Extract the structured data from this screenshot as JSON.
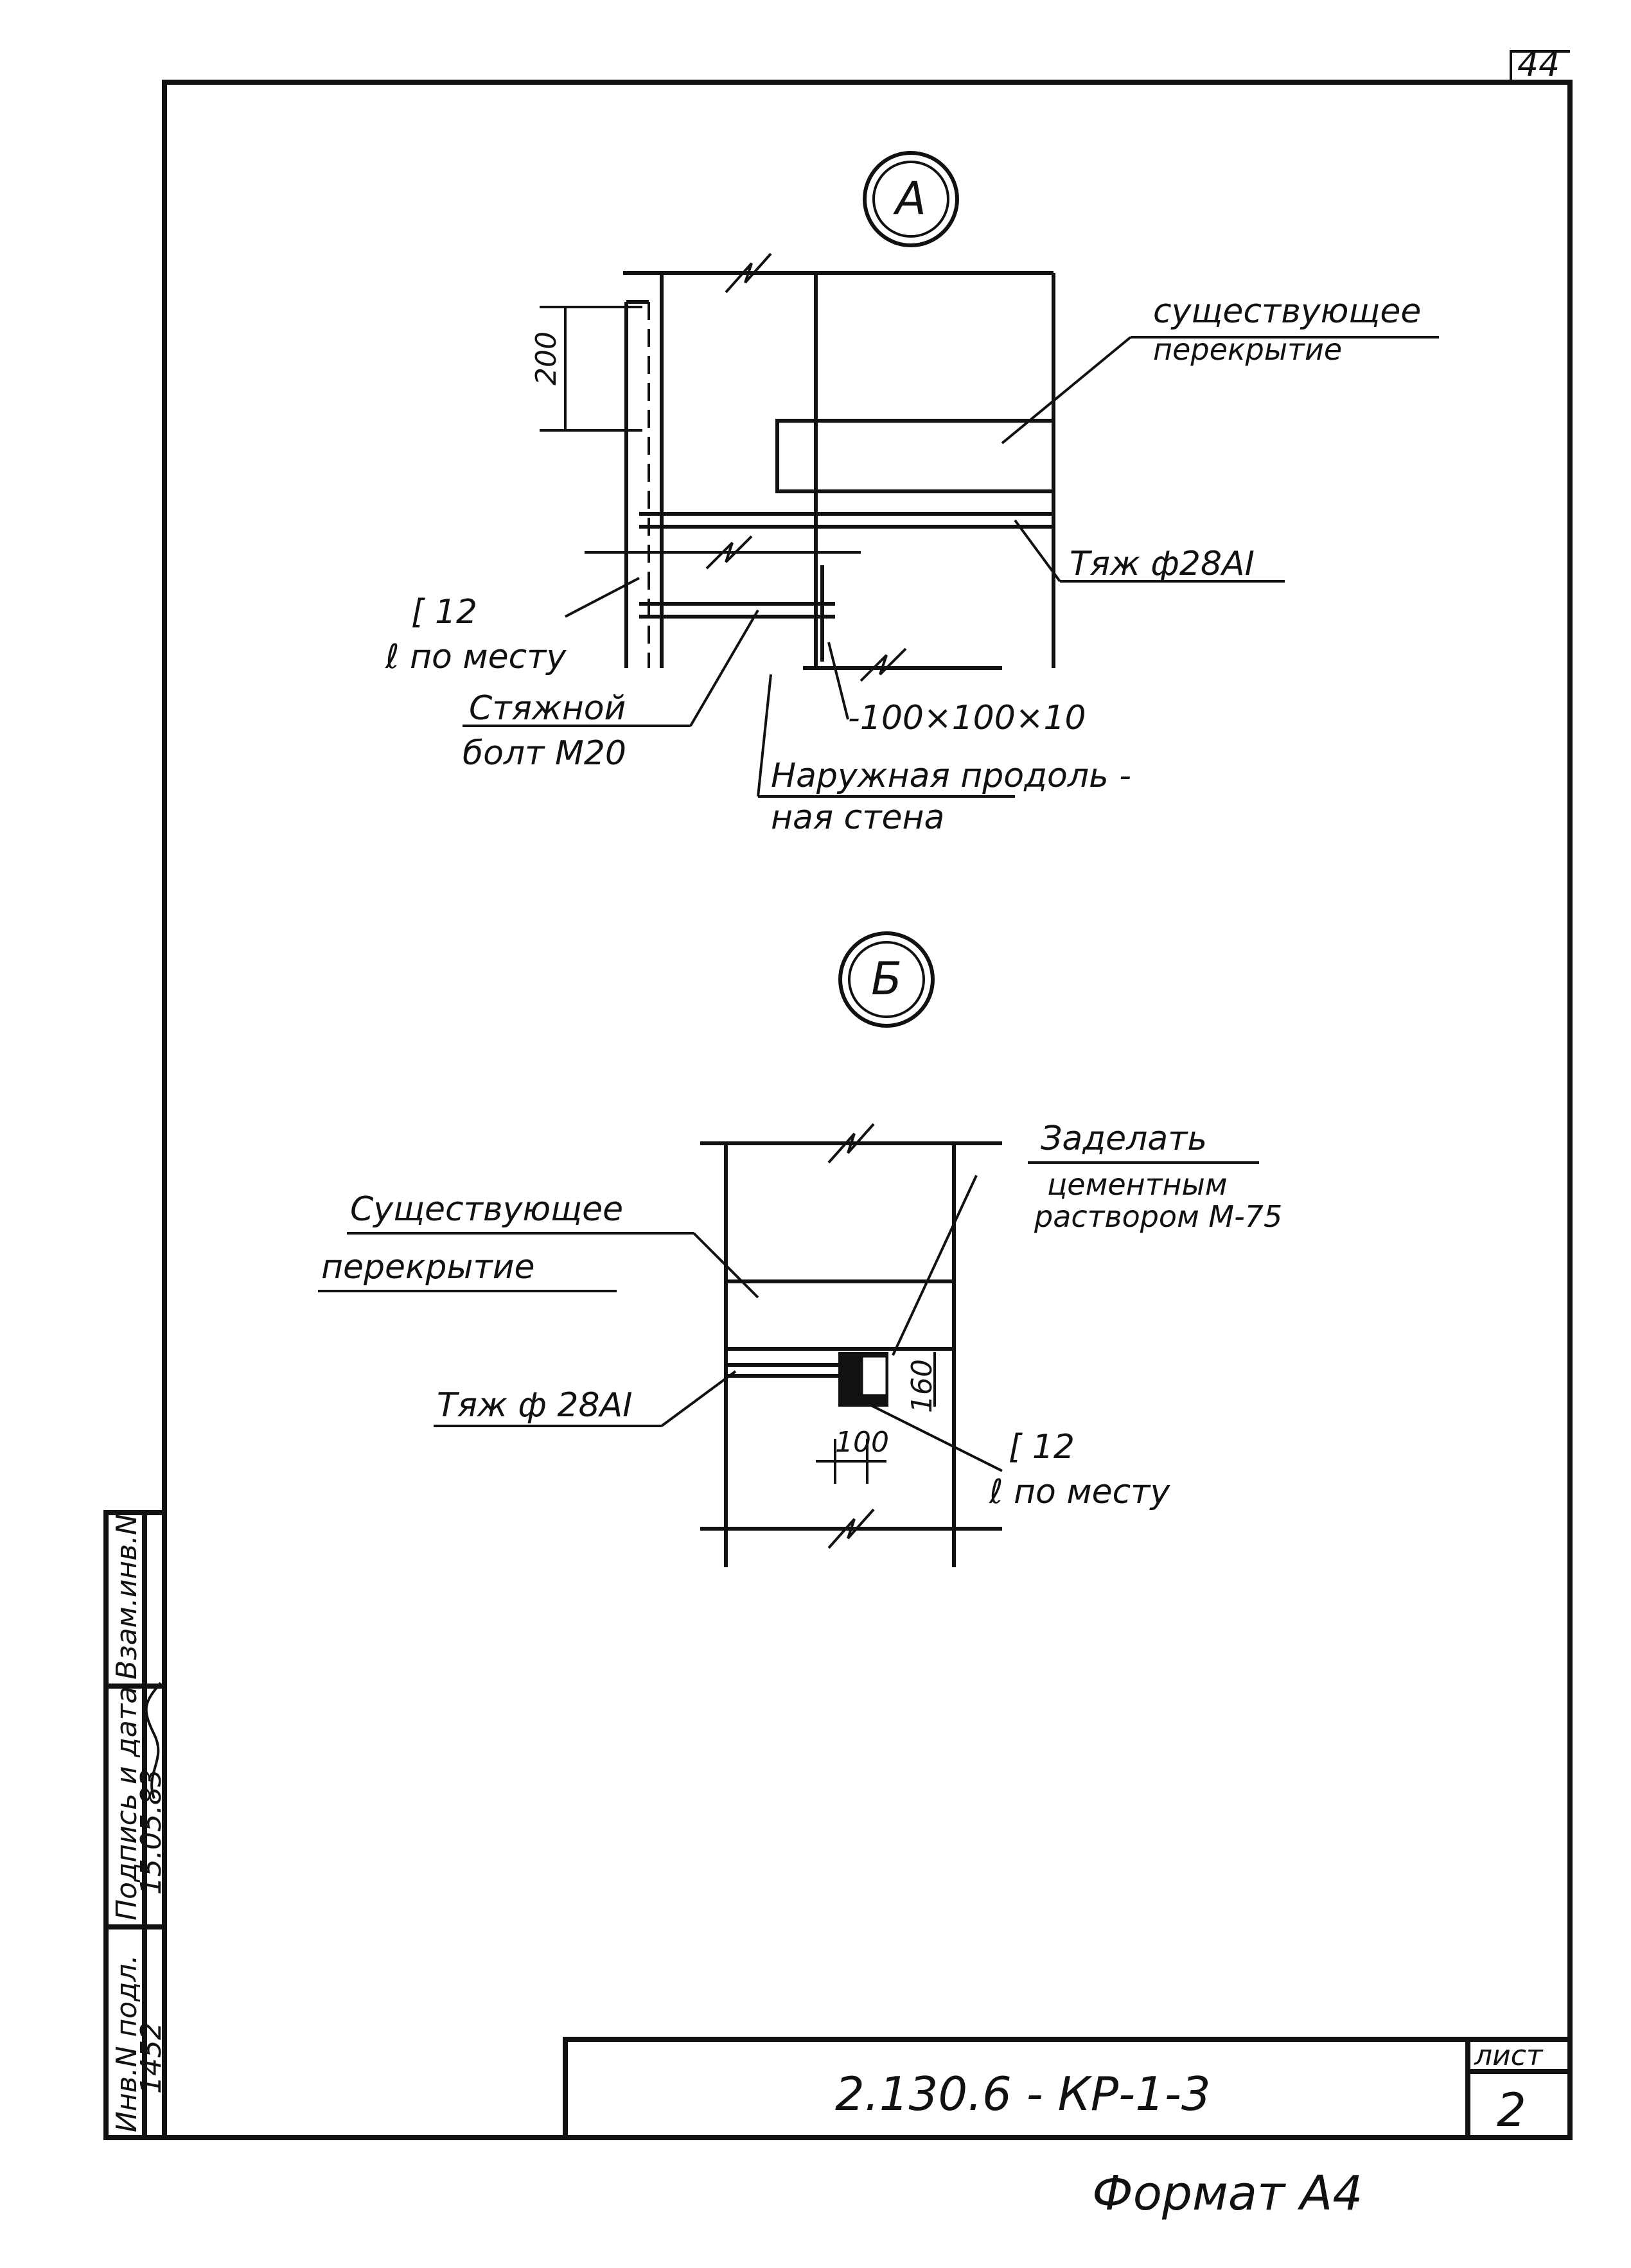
{
  "page_number": "44",
  "node_a": {
    "marker": "А",
    "labels": {
      "existing_floor": [
        "существующее",
        "перекрытие"
      ],
      "tie_rod": "Тяж ф28АI",
      "channel": "[ 12",
      "channel_len": "ℓ по месту",
      "bolt": [
        "Стяжной",
        "болт М20"
      ],
      "plate": "-100×100×10",
      "outer_wall": [
        "Наружная продоль -",
        "ная стена"
      ]
    },
    "dimension": "200"
  },
  "node_b": {
    "marker": "Б",
    "labels": {
      "existing_floor": [
        "Существующее",
        "перекрытие"
      ],
      "grout": [
        "Заделать",
        "цементным",
        "раствором М-75"
      ],
      "tie_rod": "Тяж ф 28АI",
      "channel": "[ 12",
      "channel_len": "ℓ по месту"
    },
    "dimensions": {
      "width": "100",
      "height": "160"
    }
  },
  "side_stamp": {
    "columns": [
      "Инв.N подл.",
      "Подпись и дата",
      "Взам.инв.N"
    ],
    "values": [
      "1452",
      "15.05.83"
    ]
  },
  "title_block": {
    "code": "2.130.6 - КР-1-3",
    "sheet_label": "лист",
    "sheet_no": "2"
  },
  "format_label": "Формат А4"
}
